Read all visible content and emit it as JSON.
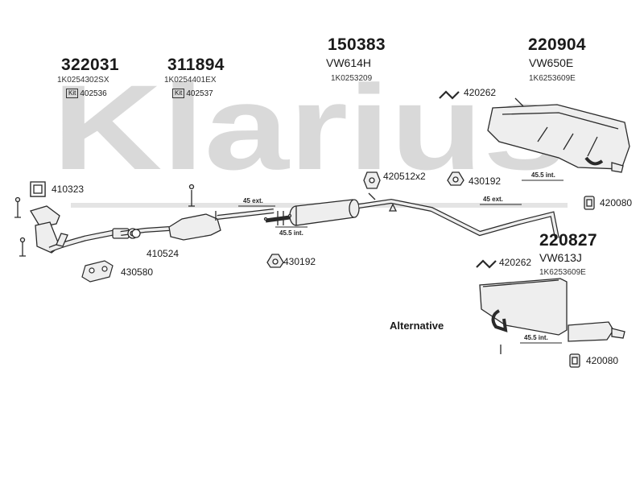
{
  "brand": "Klarius",
  "colors": {
    "watermark": "#d9d9d9",
    "line": "#2a2a2a",
    "part": "#eeeeee"
  },
  "groups": {
    "front_pipe": {
      "part_number": "322031",
      "oe_number": "1K0254302SX",
      "kit_label": "Kit",
      "kit_number": "402536"
    },
    "catalyst": {
      "part_number": "311894",
      "oe_number": "1K0254401EX",
      "kit_label": "Kit",
      "kit_number": "402537"
    },
    "center_box": {
      "part_number": "150383",
      "type_code": "VW614H",
      "oe_number": "1K0253209"
    },
    "rear_box": {
      "part_number": "220904",
      "type_code": "VW650E",
      "oe_number": "1K6253609E"
    },
    "rear_box_alt": {
      "part_number": "220827",
      "type_code": "VW613J",
      "oe_number": "1K6253609E"
    }
  },
  "fittings": {
    "gasket_front": "410323",
    "gasket_cat": "410524",
    "gasket_manifold": "430580",
    "clamp_center": "430192",
    "hanger_rubbers": "420512x2",
    "clamp_rear": "430192",
    "hanger_rear_top": "420262",
    "mount_rear": "420080",
    "hanger_alt_top": "420262",
    "mount_alt": "420080"
  },
  "dimensions": {
    "ext_1": "45 ext.",
    "int_1": "45.5 int.",
    "ext_2": "45 ext.",
    "int_2": "45.5 int.",
    "int_3": "45.5 int."
  },
  "alternative_label": "Alternative"
}
